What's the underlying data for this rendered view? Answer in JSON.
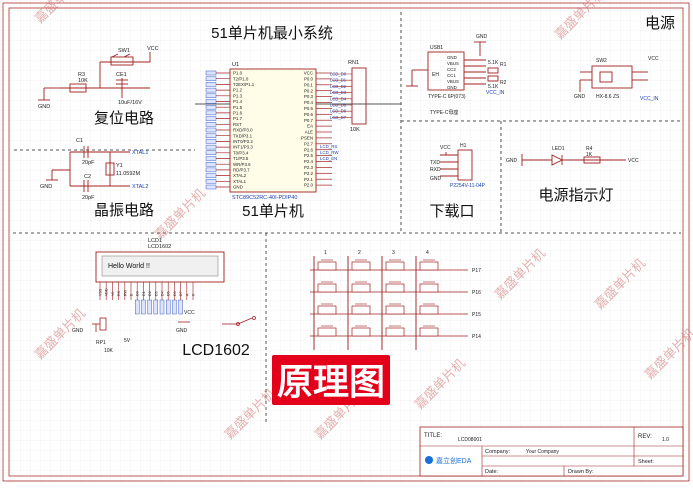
{
  "heading": "51单片机最小系统",
  "sections": {
    "power": "电源",
    "reset": "复位电路",
    "crystal": "晶振电路",
    "mcu": "51单片机",
    "download": "下载口",
    "power_led": "电源指示灯",
    "lcd": "LCD1602"
  },
  "banner": "原理图",
  "watermark": "嘉盛单片机",
  "mcu": {
    "ref": "U1",
    "part": "STC89C52RC-40I-PDIP40",
    "left_pins": [
      "P1.0",
      "T2/P1.0",
      "T2EX/P1.1",
      "P1.2",
      "P1.3",
      "P1.4",
      "P1.5",
      "P1.6",
      "P1.7",
      "RST",
      "RXD/P3.0",
      "TXD/P3.1",
      "INT0/P3.2",
      "INT1/P3.3",
      "T0/P3.4",
      "T1/P3.5",
      "WR/P3.6",
      "RD/P3.7",
      "XTAL2",
      "XTAL1",
      "GND"
    ],
    "right_pins": [
      "VCC",
      "P0.0",
      "P0.1",
      "P0.2",
      "P0.3",
      "P0.4",
      "P0.5",
      "P0.6",
      "P0.7",
      "EA",
      "ALE",
      "PSEN",
      "P2.7",
      "P2.6",
      "P2.5",
      "P2.4",
      "P2.3",
      "P2.2",
      "P2.1",
      "P2.0"
    ]
  },
  "rn1": {
    "ref": "RN1",
    "value": "10K",
    "nets": [
      "LCD_D0",
      "LCD_D1",
      "LCD_D2",
      "LCD_D3",
      "LCD_D4",
      "LCD_D5",
      "LCD_D6",
      "LCD_D7"
    ]
  },
  "lcd_ctrl_nets": [
    "LCD_RS",
    "LCD_RW",
    "LCD_EN"
  ],
  "reset_parts": {
    "sw": "SW1",
    "cap": "CE1",
    "cap_val": "10uF/16V",
    "res": "R3",
    "res_val": "10K",
    "vcc": "VCC",
    "gnd": "GND"
  },
  "crystal_parts": {
    "c1": "C1",
    "c1_val": "20pF",
    "c2": "C2",
    "c2_val": "20pF",
    "y": "Y1",
    "y_val": "11.0592M",
    "xtal1": "XTAL1",
    "xtal2": "XTAL2",
    "gnd": "GND"
  },
  "usb": {
    "ref": "USB1",
    "part": "TYPE-C 6P(073)",
    "pins": [
      "GND",
      "VBUS",
      "CC2",
      "CC1",
      "VBUS",
      "GND"
    ],
    "r1": "R1",
    "r1_val": "5.1K",
    "r2": "R2",
    "r2_val": "5.1K",
    "gnd": "GND",
    "vcc_in": "VCC_IN",
    "eh": "EH",
    "type": "TYPE-C母座"
  },
  "power_sw": {
    "ref": "SW2",
    "part": "HX-8.6 ZS",
    "vcc": "VCC",
    "vcc_in": "VCC_IN",
    "gnd": "GND"
  },
  "header": {
    "ref": "H1",
    "part": "P2254V-11-04P",
    "pins": [
      "VCC",
      "TXD",
      "RXD",
      "GND"
    ]
  },
  "led": {
    "ref": "LED1",
    "res": "R4",
    "res_val": "1K",
    "gnd": "GND",
    "vcc": "VCC"
  },
  "lcd": {
    "ref": "LCD1",
    "part": "LCD1602",
    "screen_text": "Hello World !!",
    "pins": [
      "VSS",
      "VDD",
      "V0",
      "RS",
      "RW",
      "E",
      "D0",
      "D1",
      "D2",
      "D3",
      "D4",
      "D5",
      "D6",
      "D7",
      "A",
      "K"
    ],
    "rp": "RP1",
    "rp_val": "10K",
    "gnd": "GND",
    "vcc": "VCC",
    "bl": "5V"
  },
  "keypad": {
    "cols": [
      "1",
      "2",
      "3",
      "4"
    ],
    "rows": [
      "P17",
      "P16",
      "P15",
      "P14"
    ]
  },
  "title_block": {
    "title_label": "TITLE:",
    "title": "LCD08001",
    "rev_label": "REV:",
    "rev": "1.0",
    "company_label": "Company:",
    "company": "Your Company",
    "sheet_label": "Sheet:",
    "date_label": "Date:",
    "drawn_label": "Drawn By:",
    "logo": "嘉立创EDA"
  }
}
